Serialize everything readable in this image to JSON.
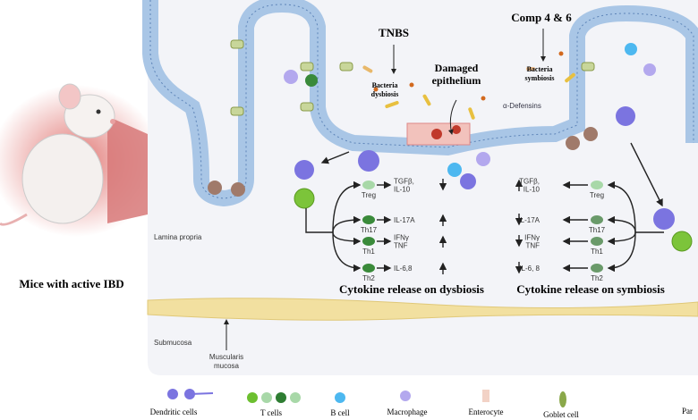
{
  "mouse_caption": "Mice with active IBD",
  "stimuli": {
    "left": "TNBS",
    "right": "Comp 4 & 6",
    "damaged": [
      "Damaged",
      "epithelium"
    ],
    "bacteria_left": [
      "Bacteria",
      "dysbiosis"
    ],
    "bacteria_right": [
      "Bacteria",
      "symbiosis"
    ],
    "defensins": "α-Defensins"
  },
  "regions": {
    "lamina_propria": "Lamina propria",
    "submucosa": "Submucosa",
    "muscularis": [
      "Muscularis",
      "mucosa"
    ]
  },
  "dysbiosis": {
    "title": "Cytokine release on dysbiosis",
    "rows": [
      {
        "cell": "Treg",
        "cytokine": [
          "TGFβ,",
          "IL-10"
        ],
        "trend": "down"
      },
      {
        "cell": "Th17",
        "cytokine": [
          "IL-17A"
        ],
        "trend": "up"
      },
      {
        "cell": "Th1",
        "cytokine": [
          "IFNγ",
          "TNF"
        ],
        "trend": "up"
      },
      {
        "cell": "Th2",
        "cytokine": [
          "IL-6,8"
        ],
        "trend": "up"
      }
    ]
  },
  "symbiosis": {
    "title": "Cytokine release on symbiosis",
    "rows": [
      {
        "cell": "Treg",
        "cytokine": [
          "TGFβ,",
          "IL-10"
        ],
        "trend": "up"
      },
      {
        "cell": "Th17",
        "cytokine": [
          "IL-17A"
        ],
        "trend": "down"
      },
      {
        "cell": "Th1",
        "cytokine": [
          "IFNγ",
          "TNF"
        ],
        "trend": "down"
      },
      {
        "cell": "Th2",
        "cytokine": [
          "IL-6, 8"
        ],
        "trend": "down"
      }
    ]
  },
  "legend": [
    {
      "label": "Dendritic cells",
      "icon": "dendritic-cell-icon"
    },
    {
      "label": "T cells",
      "icon": "t-cell-icon"
    },
    {
      "label": "B cell",
      "icon": "b-cell-icon"
    },
    {
      "label": "Macrophage",
      "icon": "macrophage-icon"
    },
    {
      "label": "Enterocyte",
      "icon": "enterocyte-icon"
    },
    {
      "label": "Goblet cell",
      "icon": "goblet-cell-icon"
    },
    {
      "label": "Par",
      "icon": "paneth-cell-icon"
    }
  ],
  "colors": {
    "panel": "#f3f4f8",
    "epithelium": "#a9c6e6",
    "dendritic": "#7b74e0",
    "t_cell_green": "#6cbf2f",
    "submucosa": "#f2e0a0",
    "inflammation": "#d9534f"
  }
}
